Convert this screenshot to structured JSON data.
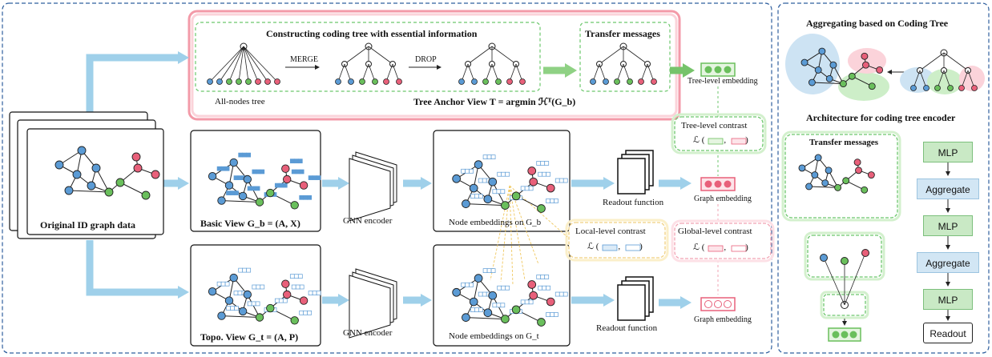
{
  "colors": {
    "blue_node": "#5b9bd5",
    "green_node": "#6abf5c",
    "pink_node": "#e8607a",
    "arrow_blue": "#9fd0ea",
    "arrow_green": "#76c36a",
    "frame_dash": "#2f5f9e",
    "tree_panel_border": "#f39aa8",
    "green_dash": "#6cc76c",
    "pink_dash": "#f2a3b3",
    "yellow_dash": "#f0d080"
  },
  "left": {
    "input_label": "Original ID graph data",
    "coding_tree_title": "Constructing coding tree with essential information",
    "all_nodes_tree": "All-nodes tree",
    "merge": "MERGE",
    "drop": "DROP",
    "transfer_messages": "Transfer messages",
    "tree_anchor_view": "Tree Anchor View T = argmin ℋᵀ(G_b)",
    "tree_level_embedding": "Tree-level embedding",
    "tree_level_contrast": "Tree-level contrast",
    "basic_view": "Basic View G_b = (A, X)",
    "topo_view": "Topo. View G_t = (A, P)",
    "gnn_encoder_1": "GNN encoder",
    "gnn_encoder_2": "GNN encoder",
    "node_emb_b": "Node embeddings on G_b",
    "node_emb_t": "Node embeddings on G_t",
    "readout_1": "Readout function",
    "readout_2": "Readout function",
    "graph_embedding_1": "Graph embedding",
    "graph_embedding_2": "Graph embedding",
    "local_level_contrast": "Local-level contrast",
    "global_level_contrast": "Global-level contrast",
    "loss_symbol": "ℒ",
    "loss_open": "(",
    "loss_comma": ",",
    "loss_close": ")"
  },
  "right": {
    "aggregating_title": "Aggregating based on Coding Tree",
    "architecture_title": "Architecture for coding tree encoder",
    "transfer_messages": "Transfer messages",
    "stack": [
      "MLP",
      "Aggregate",
      "MLP",
      "Aggregate",
      "MLP",
      "Readout"
    ]
  }
}
